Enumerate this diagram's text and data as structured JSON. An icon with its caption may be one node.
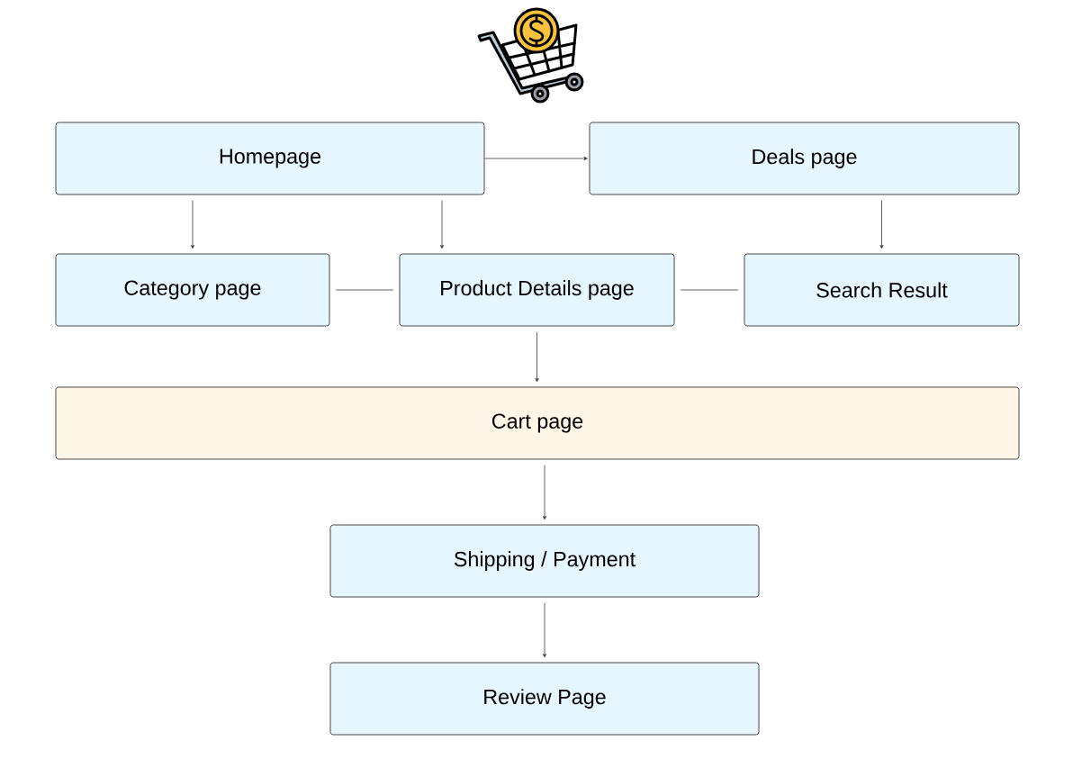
{
  "diagram": {
    "nodes": [
      {
        "text": [
          "Homepage"
        ]
      },
      {
        "text": [
          "Deals page"
        ]
      },
      {
        "text": [
          "Category page"
        ]
      },
      {
        "text": [
          "Product Details page"
        ]
      },
      {
        "text": [
          "Search Result"
        ]
      },
      {
        "text": [
          "Cart page"
        ]
      },
      {
        "text": [
          "Shipping / Payment"
        ]
      },
      {
        "text": [
          "Review Page"
        ]
      }
    ],
    "edges": [
      {
        "from": 0,
        "to": 1,
        "arrow": "to"
      },
      {
        "from": 0,
        "to": 3,
        "arrow": "to"
      },
      {
        "from": 0,
        "to": 2,
        "arrow": "to"
      },
      {
        "from": 1,
        "to": 4,
        "arrow": "to"
      },
      {
        "from": 2,
        "to": 3,
        "arrow": "none"
      },
      {
        "from": 3,
        "to": 4,
        "arrow": "none"
      },
      {
        "from": 3,
        "to": 5,
        "arrow": "to"
      },
      {
        "from": 5,
        "to": 6,
        "arrow": "to"
      },
      {
        "from": 6,
        "to": 7,
        "arrow": "to"
      }
    ]
  }
}
